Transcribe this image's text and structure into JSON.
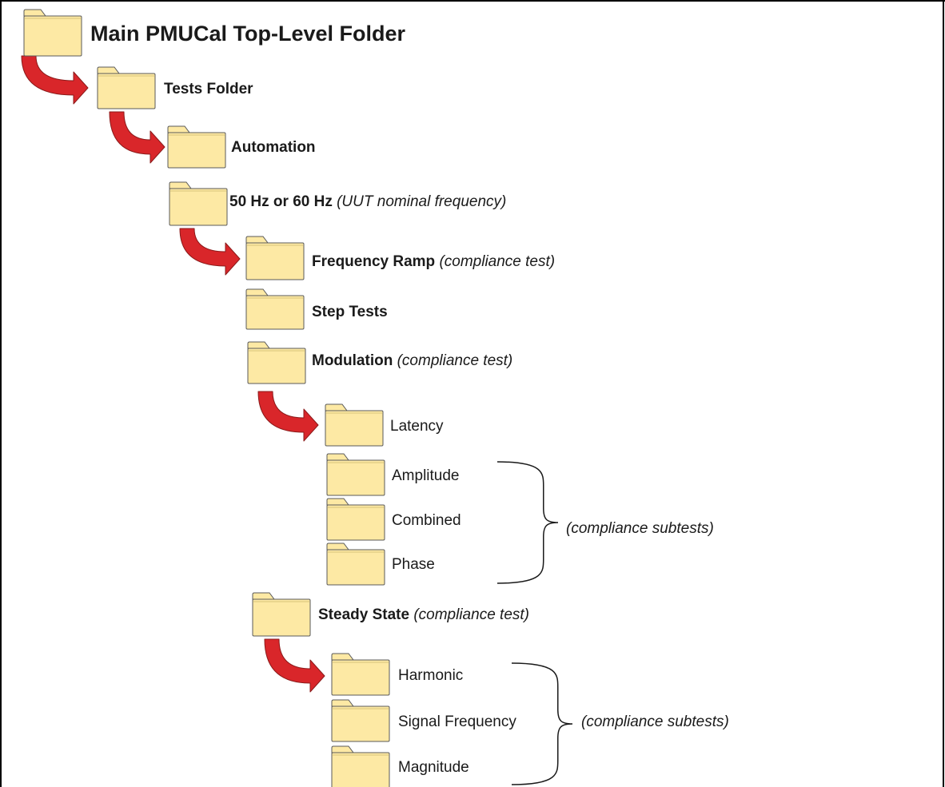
{
  "colors": {
    "folder_fill": "#fde9a4",
    "folder_stroke": "#5a5a5a",
    "arrow_fill": "#d9262a",
    "arrow_stroke": "#8b1a1a",
    "border": "#000000"
  },
  "tree": {
    "main": {
      "label": "Main PMUCal Top-Level Folder",
      "icon": "folder-icon"
    },
    "tests": {
      "label": "Tests Folder",
      "icon": "folder-icon"
    },
    "automation": {
      "label": "Automation",
      "icon": "folder-icon"
    },
    "frequency": {
      "label": "50 Hz or 60 Hz",
      "note": "(UUT nominal frequency)",
      "icon": "folder-icon"
    },
    "ramp": {
      "label": "Frequency Ramp",
      "note": "(compliance test)",
      "icon": "folder-icon"
    },
    "step": {
      "label": "Step Tests",
      "icon": "folder-icon"
    },
    "modulation": {
      "label": "Modulation",
      "note": "(compliance test)",
      "icon": "folder-icon"
    },
    "latency": {
      "label": "Latency",
      "icon": "folder-icon"
    },
    "amplitude": {
      "label": "Amplitude",
      "icon": "folder-icon"
    },
    "combined": {
      "label": "Combined",
      "icon": "folder-icon"
    },
    "phase": {
      "label": "Phase",
      "icon": "folder-icon"
    },
    "steady": {
      "label": "Steady State",
      "note": "(compliance test)",
      "icon": "folder-icon"
    },
    "harmonic": {
      "label": "Harmonic",
      "icon": "folder-icon"
    },
    "signal_frequency": {
      "label": "Signal Frequency",
      "icon": "folder-icon"
    },
    "magnitude": {
      "label": "Magnitude",
      "icon": "folder-icon"
    }
  },
  "groups": {
    "modulation_subtests": {
      "label": "(compliance subtests)",
      "icon": "brace-icon"
    },
    "steady_subtests": {
      "label": "(compliance subtests)",
      "icon": "brace-icon"
    }
  },
  "arrows": {
    "icon": "curved-arrow-icon"
  }
}
